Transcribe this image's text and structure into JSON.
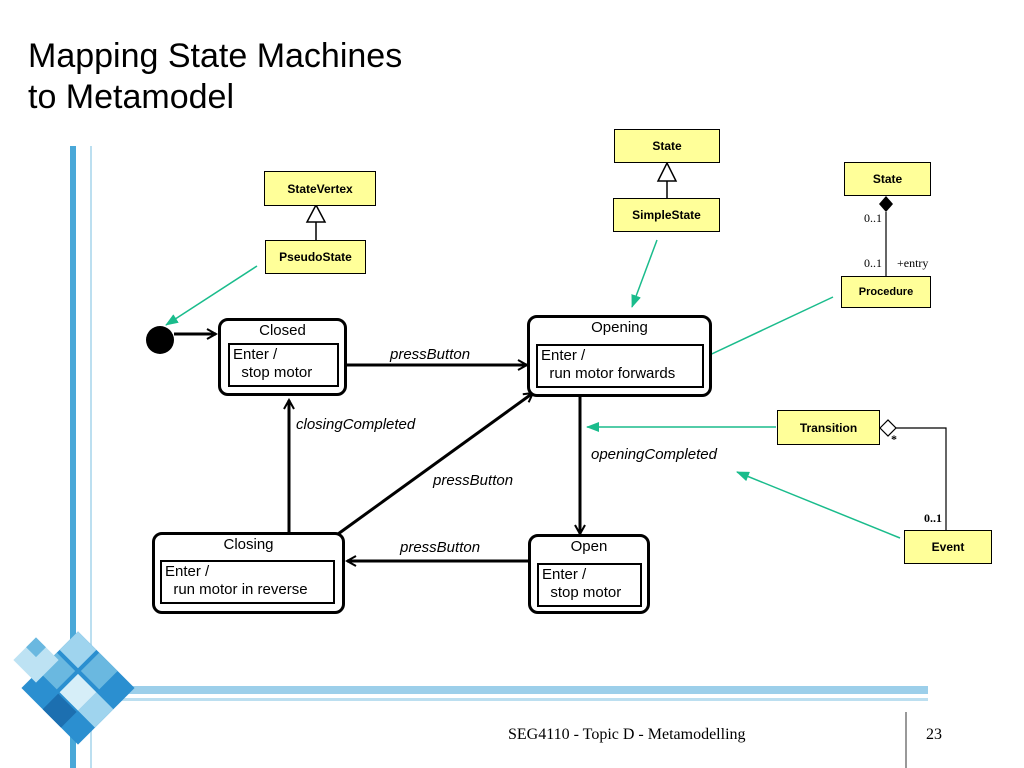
{
  "slide": {
    "title_line1": "Mapping State Machines",
    "title_line2": "to Metamodel",
    "footer_text": "SEG4110 - Topic D - Metamodelling",
    "page_number": "23"
  },
  "states": {
    "closed": {
      "name": "Closed",
      "action": "Enter /\n  stop motor"
    },
    "opening": {
      "name": "Opening",
      "action": "Enter /\n  run motor forwards"
    },
    "closing": {
      "name": "Closing",
      "action": "Enter /\n  run motor in reverse"
    },
    "open": {
      "name": "Open",
      "action": "Enter /\n  stop motor"
    }
  },
  "transitions": {
    "closed_to_opening": "pressButton",
    "closing_to_closed": "closingCompleted",
    "closing_to_opening": "pressButton",
    "opening_to_open": "openingCompleted",
    "open_to_closing": "pressButton"
  },
  "metamodel": {
    "state_vertex": "StateVertex",
    "pseudo_state": "PseudoState",
    "state_top": "State",
    "simple_state": "SimpleState",
    "state_right": "State",
    "procedure": "Procedure",
    "transition": "Transition",
    "event": "Event",
    "mult_state_end": "0..1",
    "mult_procedure_end": "0..1",
    "role_entry": "+entry",
    "mult_transition_star": "*",
    "mult_event_end": "0..1"
  },
  "colors": {
    "class_fill": "#ffff99",
    "pointer_arrow": "#1abc8c",
    "deco_blue": "#4aa8d8"
  }
}
